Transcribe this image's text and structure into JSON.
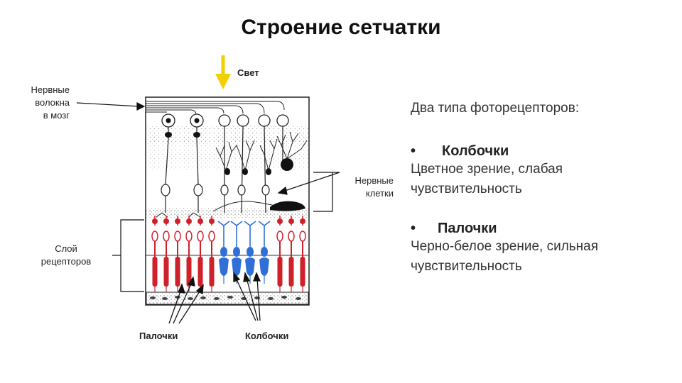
{
  "title": "Строение сетчатки",
  "diagram": {
    "light_label": "Свет",
    "nerve_fibers_label": [
      "Нервные",
      "волокна",
      "в мозг"
    ],
    "nerve_cells_label": [
      "Нервные",
      "клетки"
    ],
    "receptor_layer_label": [
      "Слой",
      "рецепторов"
    ],
    "rods_label": "Палочки",
    "cones_label": "Колбочки",
    "colors": {
      "light_arrow": "#f2d000",
      "rods": "#d0202a",
      "cones": "#2f6fd6",
      "ink": "#111111"
    }
  },
  "info": {
    "intro": "Два типа фоторецепторов:",
    "types": [
      {
        "bullet": "•",
        "name": "Колбочки",
        "desc_lines": [
          "Цветное зрение, слабая",
          "чувствительность"
        ]
      },
      {
        "bullet": "•",
        "name": "Палочки",
        "desc_lines": [
          "Черно-белое зрение, сильная",
          "чувствительность"
        ]
      }
    ]
  }
}
